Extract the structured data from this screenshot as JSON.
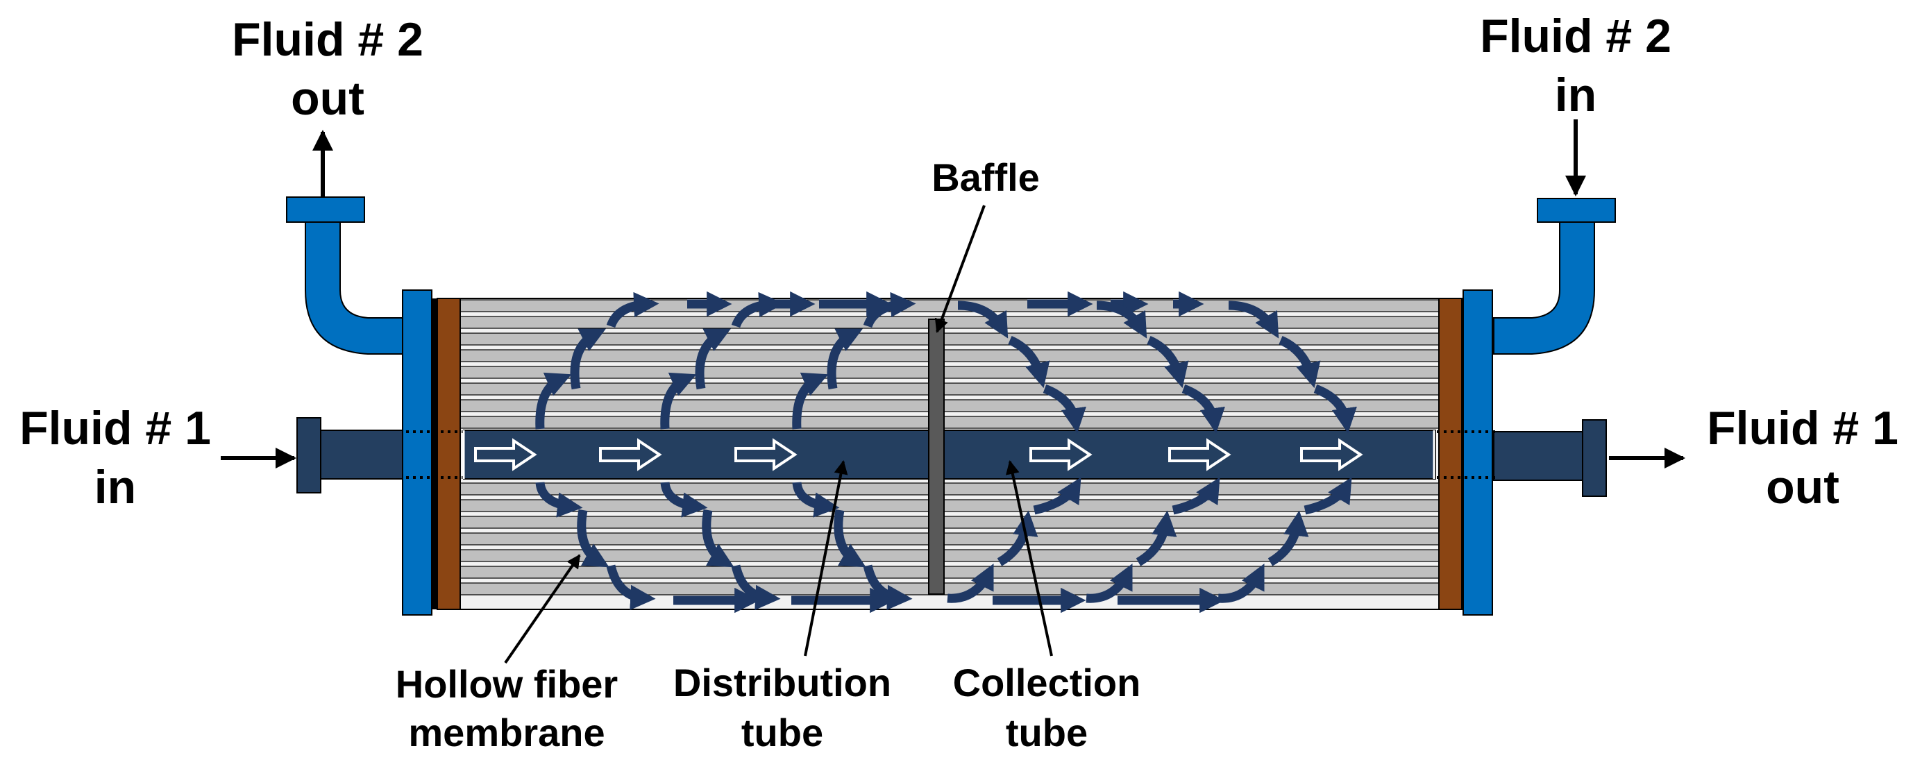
{
  "labels": {
    "fluid2_out": [
      "Fluid # 2",
      "out"
    ],
    "fluid2_in": [
      "Fluid # 2",
      "in"
    ],
    "fluid1_in": [
      "Fluid # 1",
      "in"
    ],
    "fluid1_out": [
      "Fluid # 1",
      "out"
    ],
    "baffle": "Baffle",
    "hollow_fiber": [
      "Hollow fiber",
      "membrane"
    ],
    "distribution_tube": [
      "Distribution",
      "tube"
    ],
    "collection_tube": [
      "Collection",
      "tube"
    ]
  },
  "colors": {
    "shell_blue": "#0070C0",
    "tube_navy": "#243F60",
    "fiber_gray": "#BFBFBF",
    "fiber_light": "#F2F2F2",
    "tubesheet_brown": "#8B4513",
    "baffle_gray": "#595959",
    "flow_arrow": "#1F3864",
    "outline": "#000000"
  },
  "icons": {
    "axial_flow": "hollow-right-arrow-icon",
    "cross_flow": "curved-arrow-icon",
    "leader": "pointer-arrow-icon"
  }
}
